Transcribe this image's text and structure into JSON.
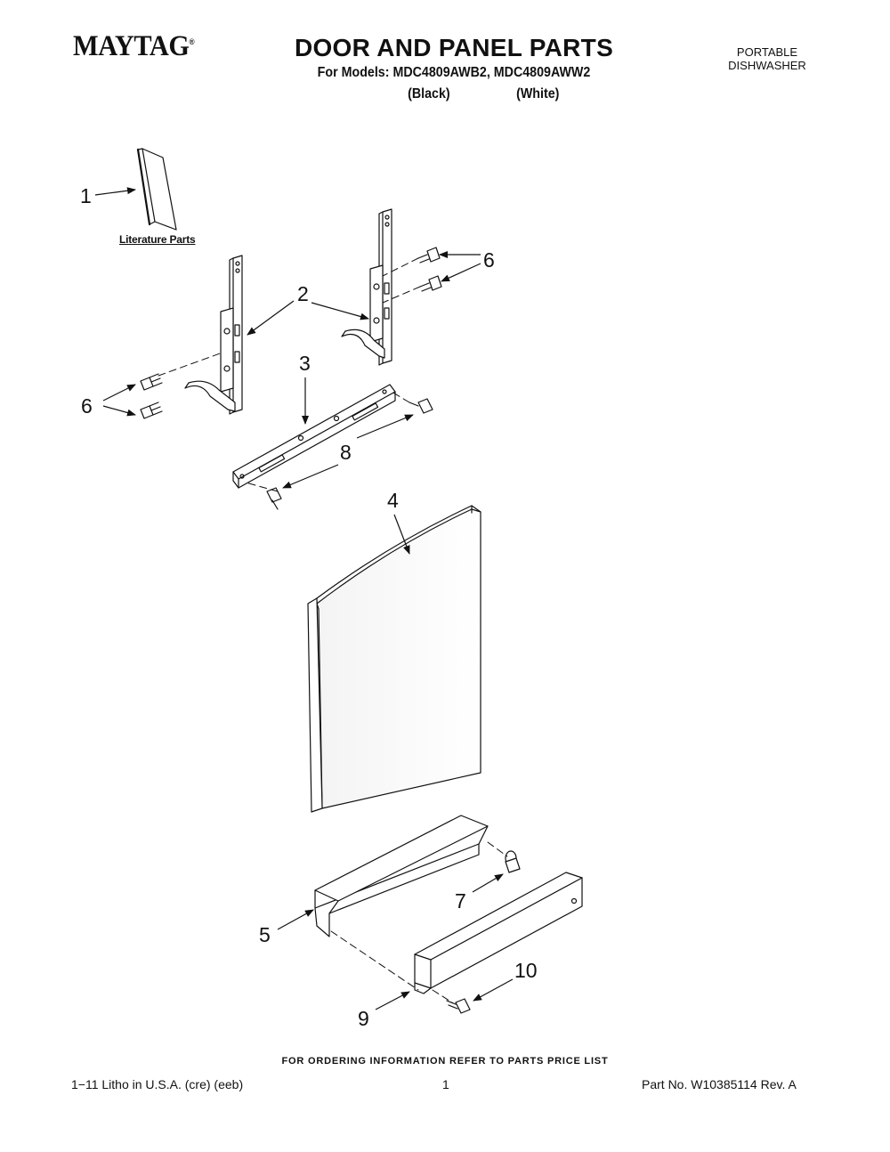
{
  "header": {
    "brand": "MAYTAG",
    "title": "DOOR AND PANEL PARTS",
    "models_line": "For Models: MDC4809AWB2, MDC4809AWW2",
    "variant_black": "(Black)",
    "variant_white": "(White)",
    "product_line1": "PORTABLE",
    "product_line2": "DISHWASHER"
  },
  "diagram": {
    "literature_label": "Literature Parts",
    "callouts": {
      "c1": "1",
      "c2": "2",
      "c3": "3",
      "c4": "4",
      "c5": "5",
      "c6a": "6",
      "c6b": "6",
      "c7": "7",
      "c8": "8",
      "c9": "9",
      "c10": "10"
    }
  },
  "footer": {
    "ordering_note": "FOR ORDERING INFORMATION REFER TO PARTS PRICE LIST",
    "litho": "1−11 Litho in U.S.A. (cre) (eeb)",
    "page_number": "1",
    "part_number": "Part No. W10385114 Rev. A"
  }
}
